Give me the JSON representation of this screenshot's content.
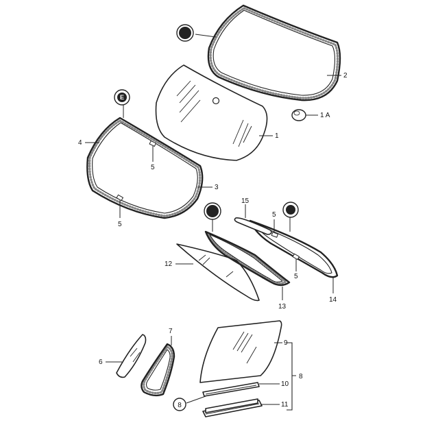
{
  "diagram": {
    "callouts": {
      "c1": "1",
      "c1a": "1 A",
      "c2": "2",
      "c3": "3",
      "c4": "4",
      "c5a": "5",
      "c5b": "5",
      "c5c": "5",
      "c5d": "5",
      "c6": "6",
      "c7": "7",
      "c8": "8",
      "c9": "9",
      "c10": "10",
      "c11": "11",
      "c12": "12",
      "c13": "13",
      "c14": "14",
      "c15": "15"
    },
    "badges": {
      "b_top": "",
      "b_e": "E",
      "b_mid": "",
      "b_right": "",
      "b_8": "8"
    }
  }
}
